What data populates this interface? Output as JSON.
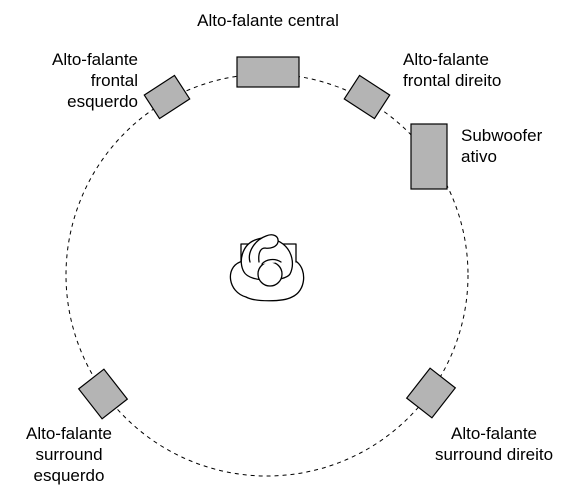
{
  "colors": {
    "speaker_fill": "#b4b4b4",
    "stroke": "#000000",
    "background": "#ffffff"
  },
  "labels": {
    "center": [
      "Alto-falante central"
    ],
    "front_left": [
      "Alto-falante",
      "frontal",
      "esquerdo"
    ],
    "front_right": [
      "Alto-falante",
      "frontal direito"
    ],
    "subwoofer": [
      "Subwoofer",
      "ativo"
    ],
    "surround_left": [
      "Alto-falante",
      "surround",
      "esquerdo"
    ],
    "surround_right": [
      "Alto-falante",
      "surround direito"
    ]
  },
  "icons": {
    "listener": "listener-icon"
  }
}
